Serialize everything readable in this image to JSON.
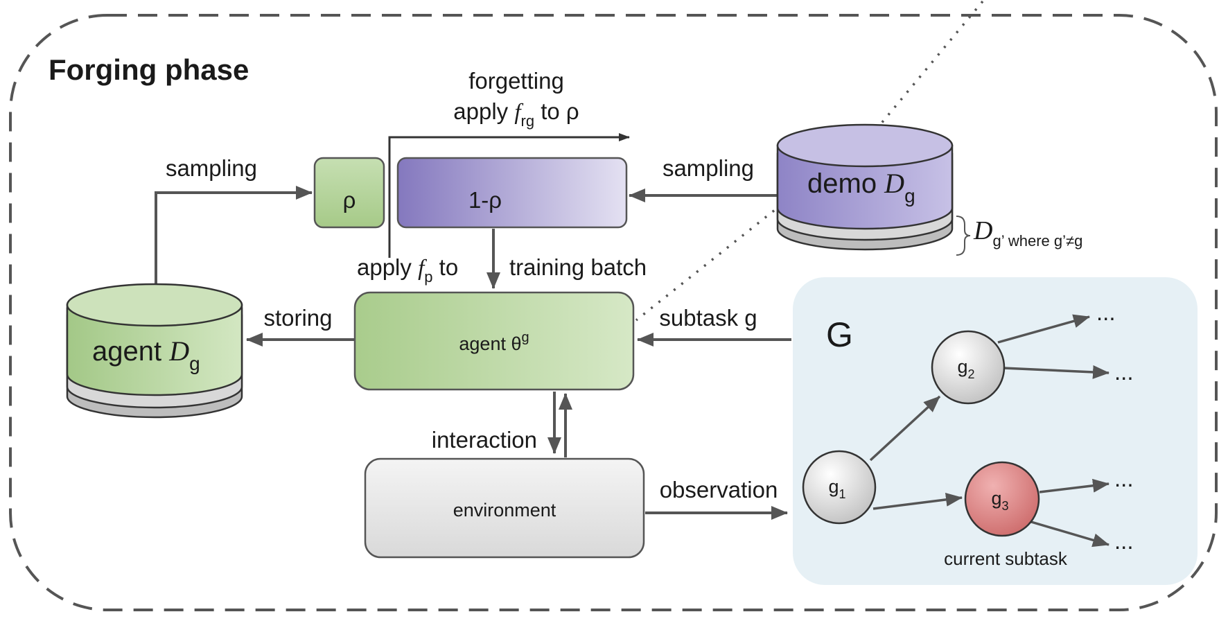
{
  "phase_title": "Forging phase",
  "forgetting": {
    "line1": "forgetting",
    "line2_prefix": "apply ",
    "line2_func": "f",
    "line2_sub": "rg",
    "line2_suffix": " to ρ"
  },
  "rho_label": "ρ",
  "one_minus_rho_label": "1-ρ",
  "sampling_left": "sampling",
  "sampling_right": "sampling",
  "demo_db": {
    "text": "demo ",
    "script": "D",
    "sub": "g"
  },
  "other_db": {
    "script": "D",
    "sub": "g’ where g’≠g"
  },
  "apply_fp": {
    "prefix": "apply ",
    "func": "f",
    "sub": "p",
    "suffix": " to"
  },
  "training_batch": "training batch",
  "agent_db": {
    "text": "agent ",
    "script": "D",
    "sub": "g"
  },
  "storing": "storing",
  "agent_theta": "agent θ",
  "agent_theta_sup": "g",
  "subtask_g": "subtask g",
  "interaction": "interaction",
  "environment": "environment",
  "observation": "observation",
  "graph": {
    "label": "G",
    "nodes": {
      "g1": "g",
      "g1_sub": "1",
      "g2": "g",
      "g2_sub": "2",
      "g3": "g",
      "g3_sub": "3"
    },
    "ellipsis": "...",
    "current_subtask": "current subtask"
  },
  "colors": {
    "green_light": "#d6e8c6",
    "green_dark": "#8fba6e",
    "purple_light": "#e4e1f2",
    "purple_dark": "#8478be",
    "graph_bg": "#e6f0f5",
    "node_red": "#d98484",
    "arrow": "#555555"
  }
}
